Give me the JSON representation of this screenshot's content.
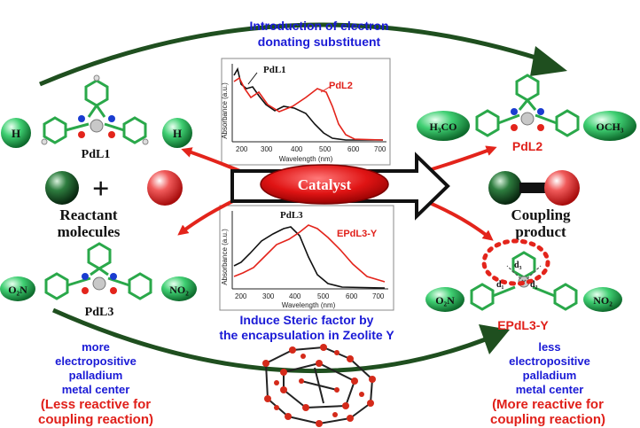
{
  "captions": {
    "top_line1": "Introduction of electron",
    "top_line2": "donating substituent",
    "steric_line1": "Induce Steric factor by",
    "steric_line2": "the encapsulation in Zeolite Y",
    "left": [
      "more",
      "electropositive",
      "palladium",
      "metal center"
    ],
    "left_red": [
      "(Less reactive for",
      "coupling reaction)"
    ],
    "right": [
      "less",
      "electropositive",
      "palladium",
      "metal center"
    ],
    "right_red": [
      "(More reactive for",
      "coupling reaction)"
    ]
  },
  "labels": {
    "catalyst": "Catalyst",
    "pdl1": "PdL1",
    "pdl2": "PdL2",
    "pdl3": "PdL3",
    "epdl3y": "EPdL3-Y",
    "h": "H",
    "h3co": "H₃CO",
    "och3": "OCH₃",
    "o2n": "O₂N",
    "no2": "NO₂",
    "plus": "+",
    "reactant_line1": "Reactant",
    "reactant_line2": "molecules",
    "product_line1": "Coupling",
    "product_line2": "product",
    "d1": "d₁",
    "d2": "d₂",
    "d3": "d₃"
  },
  "spectra": [
    {
      "ylabel": "Absorbance (a.u.)",
      "xlabel": "Wavelength (nm)",
      "ticks": [
        "200",
        "300",
        "400",
        "500",
        "600",
        "700"
      ],
      "series": [
        "PdL1",
        "PdL2"
      ]
    },
    {
      "ylabel": "Absorbance (a.u.)",
      "xlabel": "Wavelength (nm)",
      "ticks": [
        "200",
        "300",
        "400",
        "500",
        "600",
        "700"
      ],
      "series": [
        "PdL3",
        "EPdL3-Y"
      ]
    }
  ],
  "colors": {
    "caption_blue": "#1a1ad6",
    "emphasis_red": "#e0201a",
    "ligand_green": "#2aa84a",
    "arrow_green": "#1f4f1f"
  }
}
